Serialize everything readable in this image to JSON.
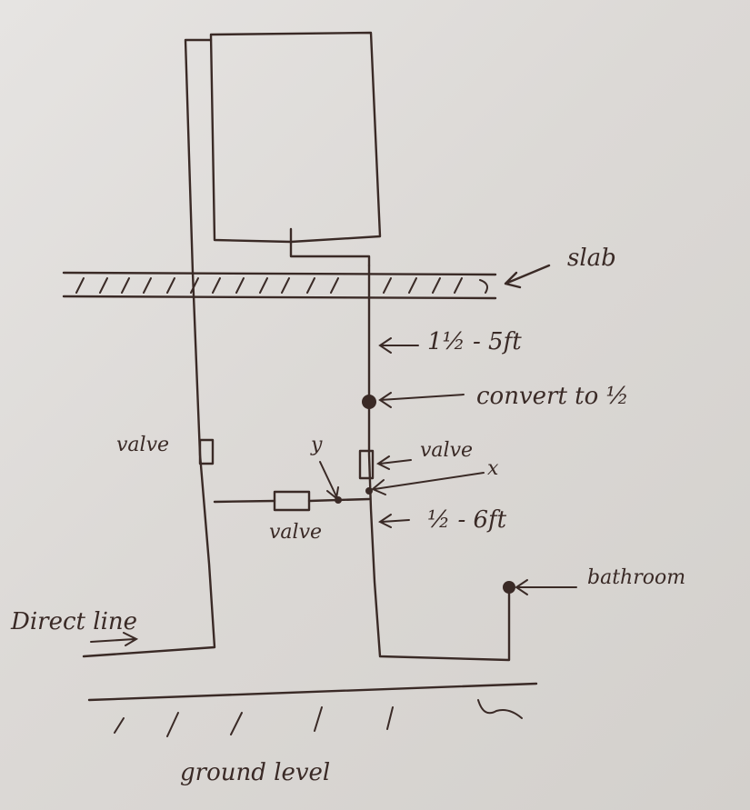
{
  "labels": {
    "slab": "slab",
    "pipe_1_5": "1½ - 5ft",
    "convert": "convert to ½",
    "valve_right": "valve",
    "x_mark": "x",
    "y_mark": "y",
    "valve_left": "valve",
    "valve_mid": "valve",
    "pipe_0_5": "½ - 6ft",
    "bathroom": "bathroom",
    "direct_line": "Direct line",
    "ground_level": "ground level"
  }
}
